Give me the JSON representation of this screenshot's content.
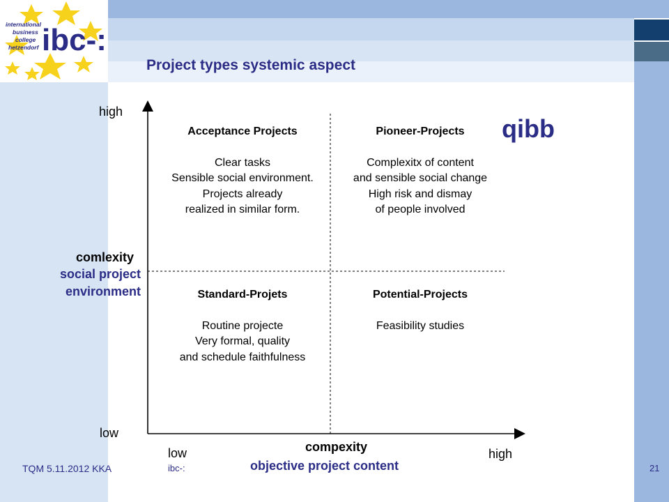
{
  "header": {
    "title": "Project types systemic aspect",
    "logo_text": [
      "international",
      "business",
      "college",
      "hetzendorf"
    ],
    "logo_brand": "ibc-:"
  },
  "brand_mark": "qibb",
  "y_axis": {
    "high_label": "high",
    "low_label": "low",
    "title_line1": "comlexity",
    "title_line2": "social project",
    "title_line3": "environment"
  },
  "x_axis": {
    "low_label": "low",
    "high_label": "high",
    "title_line1": "compexity",
    "title_line2": "objective project content"
  },
  "quadrants": {
    "top_left": {
      "title": "Acceptance Projects",
      "lines": [
        "Clear tasks",
        "Sensible social environment.",
        "Projects already",
        "realized in similar form."
      ]
    },
    "top_right": {
      "title": "Pioneer-Projects",
      "lines": [
        "Complexitx of content",
        "and sensible social change",
        "High risk and dismay",
        "of people involved"
      ]
    },
    "bottom_left": {
      "title": "Standard-Projets",
      "lines": [
        "Routine projecte",
        "Very formal, quality",
        "and schedule faithfulness"
      ]
    },
    "bottom_right": {
      "title": "Potential-Projects",
      "lines": [
        "Feasibility studies"
      ]
    }
  },
  "footer": {
    "left": "TQM 5.11.2012 KKA",
    "middle": "ibc-:",
    "page_number": "21"
  },
  "colors": {
    "accent": "#2a2c86",
    "band_light": "#d6e4f4",
    "band_mid": "#9bb7e0",
    "band_dark": "#123f6e",
    "star": "#f7d21c"
  }
}
